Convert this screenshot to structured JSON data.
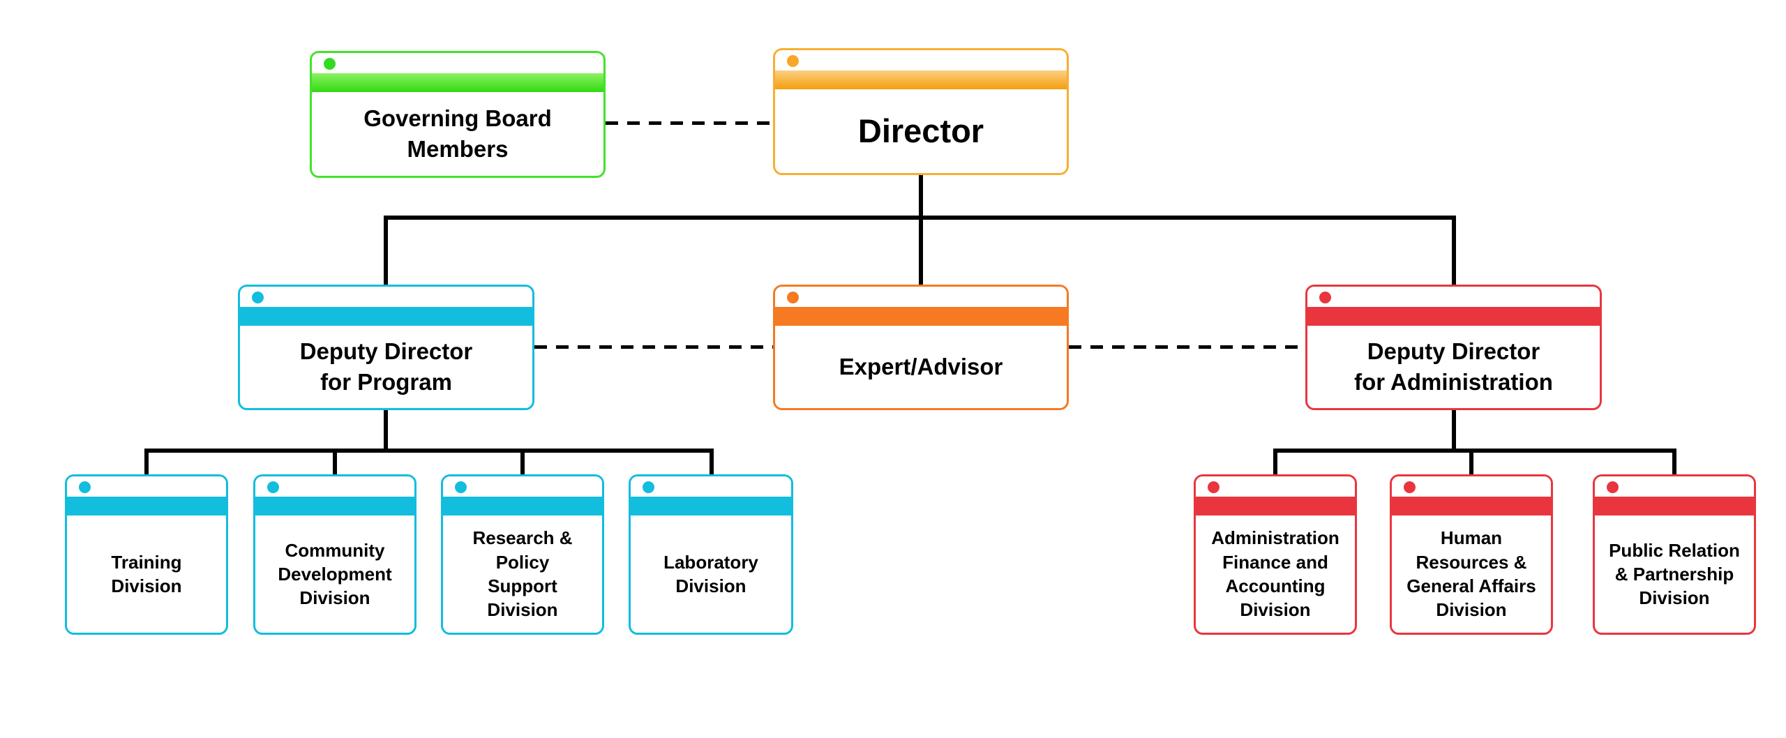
{
  "diagram": {
    "type": "org-chart",
    "background": "#ffffff",
    "line_color": "#000000",
    "text_color": "#000000"
  },
  "themes": {
    "green": {
      "border": "#43E22A",
      "bar_top": "#8CF163",
      "bar_bottom": "#31DA11",
      "dot": "#33DA22"
    },
    "amber": {
      "border": "#F8AE32",
      "bar_top": "#FCD084",
      "bar_bottom": "#F49D0D",
      "dot": "#F9A528"
    },
    "cyan": {
      "border": "#12BDDE",
      "bar_top": "#12BDDE",
      "bar_bottom": "#12BDDE",
      "dot": "#12BDDE"
    },
    "orange": {
      "border": "#F57A22",
      "bar_top": "#F57A22",
      "bar_bottom": "#F57A22",
      "dot": "#F57A22"
    },
    "red": {
      "border": "#E9363E",
      "bar_top": "#E9363E",
      "bar_bottom": "#E9363E",
      "dot": "#E9363E"
    }
  },
  "nodes": {
    "governing_board": {
      "label": "Governing Board\nMembers",
      "theme": "green"
    },
    "director": {
      "label": "Director",
      "theme": "amber"
    },
    "deputy_program": {
      "label": "Deputy Director\nfor Program",
      "theme": "cyan"
    },
    "expert_advisor": {
      "label": "Expert/Advisor",
      "theme": "orange"
    },
    "deputy_admin": {
      "label": "Deputy Director\nfor Administration",
      "theme": "red"
    },
    "training": {
      "label": "Training\nDivision",
      "theme": "cyan"
    },
    "community": {
      "label": "Community\nDevelopment\nDivision",
      "theme": "cyan"
    },
    "research": {
      "label": "Research &\nPolicy\nSupport\nDivision",
      "theme": "cyan"
    },
    "laboratory": {
      "label": "Laboratory\nDivision",
      "theme": "cyan"
    },
    "admin_finance": {
      "label": "Administration\nFinance and\nAccounting\nDivision",
      "theme": "red"
    },
    "human_resources": {
      "label": "Human\nResources &\nGeneral Affairs\nDivision",
      "theme": "red"
    },
    "public_relation": {
      "label": "Public Relation\n& Partnership\nDivision",
      "theme": "red"
    }
  },
  "edges": {
    "solid": [
      [
        "director",
        "deputy_program"
      ],
      [
        "director",
        "expert_advisor"
      ],
      [
        "director",
        "deputy_admin"
      ],
      [
        "deputy_program",
        "training"
      ],
      [
        "deputy_program",
        "community"
      ],
      [
        "deputy_program",
        "research"
      ],
      [
        "deputy_program",
        "laboratory"
      ],
      [
        "deputy_admin",
        "admin_finance"
      ],
      [
        "deputy_admin",
        "human_resources"
      ],
      [
        "deputy_admin",
        "public_relation"
      ]
    ],
    "dashed": [
      [
        "governing_board",
        "director"
      ],
      [
        "deputy_program",
        "expert_advisor"
      ],
      [
        "expert_advisor",
        "deputy_admin"
      ]
    ]
  }
}
